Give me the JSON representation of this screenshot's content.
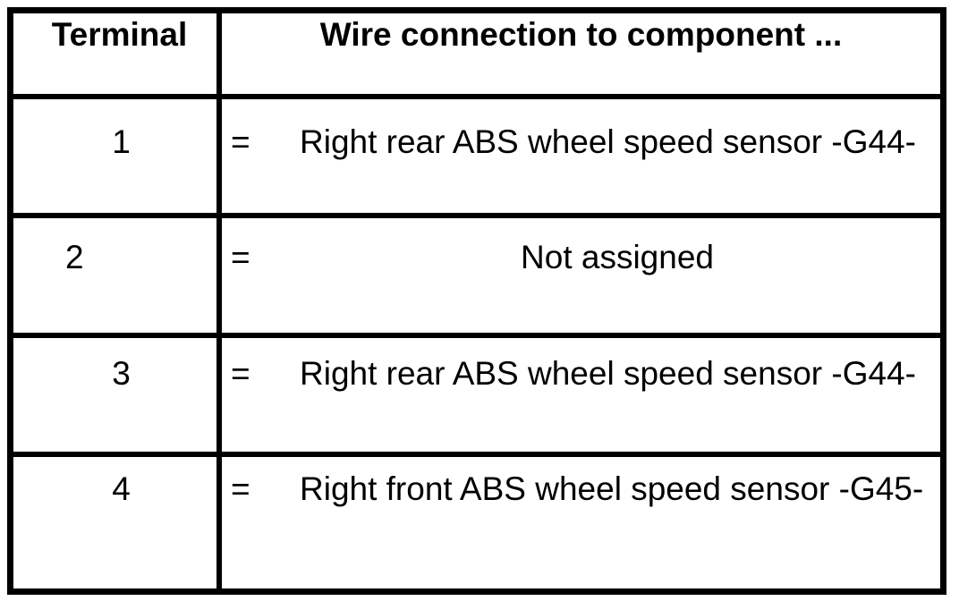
{
  "table": {
    "header": {
      "terminal": "Terminal",
      "wire": "Wire connection to component ..."
    },
    "rows": [
      {
        "terminal": "1",
        "eq": "=",
        "wire": "Right rear ABS wheel speed sensor -G44-"
      },
      {
        "terminal": "2",
        "eq": "=",
        "wire": "Not assigned"
      },
      {
        "terminal": "3",
        "eq": "=",
        "wire": "Right rear ABS wheel speed sensor -G44-"
      },
      {
        "terminal": "4",
        "eq": "=",
        "wire": "Right front ABS wheel speed sensor -G45-"
      }
    ]
  },
  "colors": {
    "border": "#000000",
    "background": "#ffffff",
    "text": "#000000"
  }
}
